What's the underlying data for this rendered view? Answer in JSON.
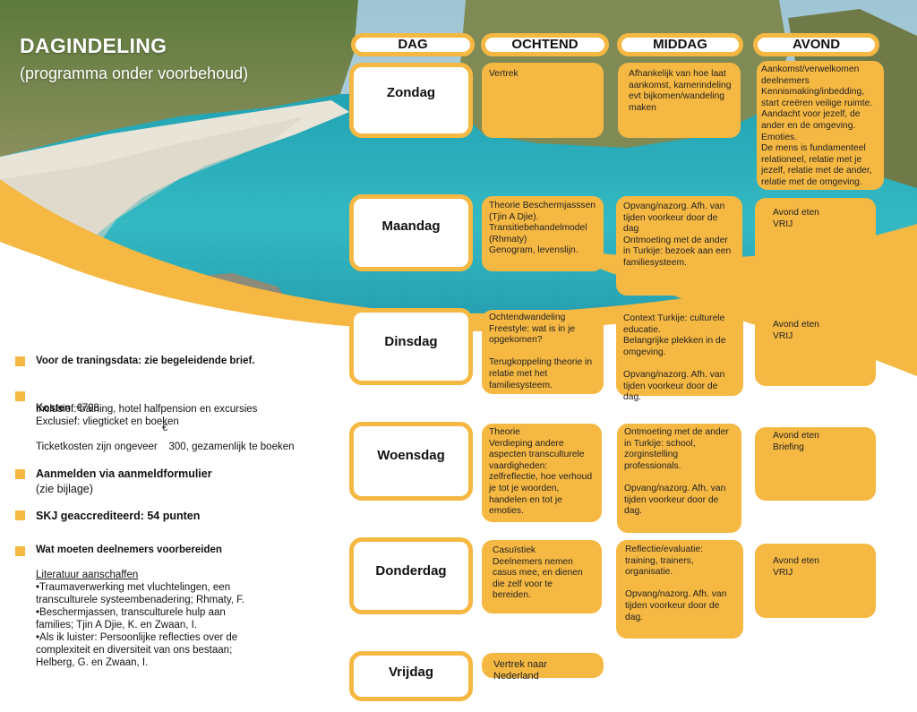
{
  "header": {
    "title": "DAGINDELING",
    "subtitle": "(programma onder voorbehoud)"
  },
  "columns": [
    "DAG",
    "OCHTEND",
    "MIDDAG",
    "AVOND"
  ],
  "days": [
    {
      "name": "Zondag",
      "ochtend": "Vertrek",
      "middag": "Afhankelijk van hoe laat aankomst, kamerindeling evt bijkomen/wandeling maken",
      "avond": "Aankomst/verwelkomen deelnemers\nKennismaking/inbedding, start creëren veilige ruimte.\nAandacht voor jezelf, de ander en de omgeving.\nEmoties.\nDe mens is fundamenteel relationeel, relatie met je jezelf, relatie met de ander, relatie met de omgeving."
    },
    {
      "name": "Maandag",
      "ochtend": "Theorie Beschermjasssen (Tjin A Djie).\nTransitiebehandelmodel (Rhmaty)\nGenogram, levenslijn.",
      "middag": "Opvang/nazorg. Afh. van tijden voorkeur door de dag\nOntmoeting met de ander in Turkije: bezoek aan een familiesysteem.",
      "avond": "Avond eten\nVRIJ"
    },
    {
      "name": "Dinsdag",
      "ochtend": "Ochtendwandeling Freestyle: wat is in je opgekomen?\n\nTerugkoppeling theorie in relatie met het familiesysteem.",
      "middag": "Context Turkije: culturele educatie.\nBelangrijke plekken in de omgeving.\n\nOpvang/nazorg. Afh. van tijden voorkeur door de dag.",
      "avond": "Avond eten\nVRIJ"
    },
    {
      "name": "Woensdag",
      "ochtend": "Theorie\nVerdieping andere aspecten transculturele vaardigheden: zelfreflectie, hoe verhoud je tot je woorden, handelen en tot je emoties.",
      "middag": "Ontmoeting met de ander in Turkije: school, zorginstelling professionals.\n\nOpvang/nazorg. Afh. van tijden voorkeur door de dag.",
      "avond": "Avond eten\nBriefing"
    },
    {
      "name": "Donderdag",
      "ochtend": "Casuïstiek\nDeelnemers nemen casus mee, en dienen die zelf voor te bereiden.",
      "middag": "Reflectie/evaluatie: training, trainers, organisatie.\n\nOpvang/nazorg. Afh. van tijden voorkeur door de dag.",
      "avond": "Avond eten\nVRIJ"
    },
    {
      "name": "Vrijdag",
      "ochtend": "Vertrek naar Nederland",
      "middag": "",
      "avond": ""
    }
  ],
  "info": {
    "training_dates": "Voor de traningsdata: zie begeleidende brief.",
    "costs_label": "Kosten",
    "costs_value": ": €798",
    "inclusive": "Inclusief: training, hotel halfpension en excursies",
    "exclusive": "Exclusief: vliegticket en boeken",
    "ticket_costs": "Ticketkosten zijn ongeveer    300, gezamenlijk te boeken",
    "stray_glyph": "€",
    "signup_title": "Aanmelden via aanmeldformulier",
    "signup_note": "(zie bijlage)",
    "skj": "SKJ geaccrediteerd: 54 punten",
    "prepare_title": "Wat moeten deelnemers voorbereiden",
    "literature_heading": "Literatuur aanschaffen",
    "literature_items": "•Traumaverwerking met vluchtelingen, een transculturele systeembenadering; Rhmaty, F.\n•Beschermjassen, transculturele hulp aan families; Tjin A Djie, K. en Zwaan, I.\n•Als ik luister: Persoonlijke reflecties over de complexiteit en diversiteit van ons bestaan; Helberg, G. en Zwaan, I."
  },
  "colors": {
    "accent": "#f5b843",
    "sea": "#2bb3c0",
    "sand": "#e9e4d8"
  }
}
